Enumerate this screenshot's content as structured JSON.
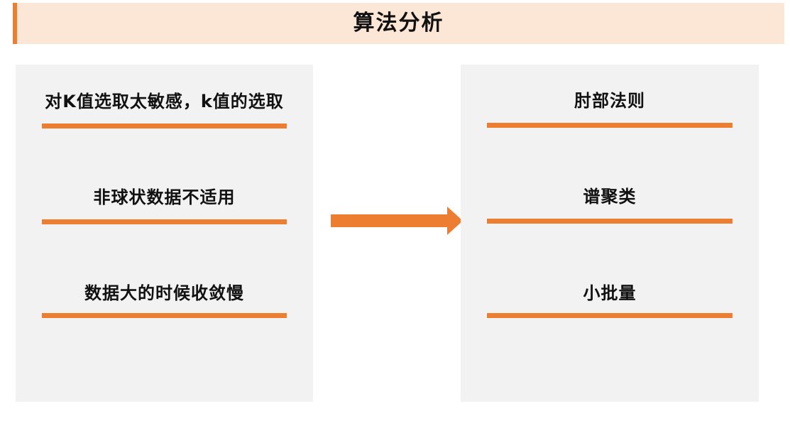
{
  "title": "算法分析",
  "left_panel": {
    "items": [
      {
        "label": "对K值选取太敏感，k值的选取"
      },
      {
        "label": "非球状数据不适用"
      },
      {
        "label": "数据大的时候收敛慢"
      }
    ]
  },
  "right_panel": {
    "items": [
      {
        "label": "肘部法则"
      },
      {
        "label": "谱聚类"
      },
      {
        "label": "小批量"
      }
    ]
  },
  "colors": {
    "accent": "#ed7d31",
    "title_bg": "#fce6d6",
    "panel_bg": "#f2f2f2"
  },
  "arrow_icon": "right-arrow-icon"
}
